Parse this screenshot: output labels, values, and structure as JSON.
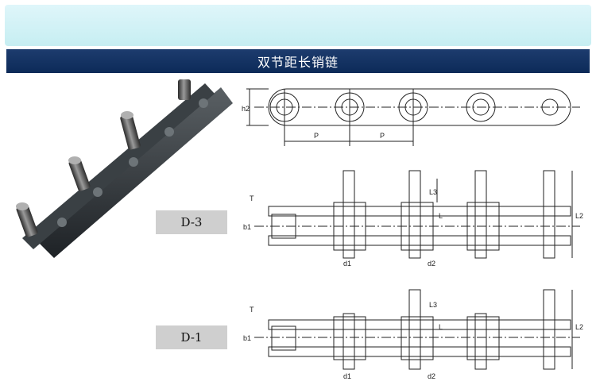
{
  "title": "双节距长销链",
  "variants": [
    {
      "label": "D-3"
    },
    {
      "label": "D-1"
    }
  ],
  "dimensions": {
    "h2": "h2",
    "P": "P",
    "T": "T",
    "b1": "b1",
    "d1": "d1",
    "d2": "d2",
    "L": "L",
    "L2": "L2",
    "L3": "L3"
  },
  "colors": {
    "title_bar": "#0c2a58",
    "top_band": "#c6eef2",
    "label_box": "#cfcfcf"
  }
}
